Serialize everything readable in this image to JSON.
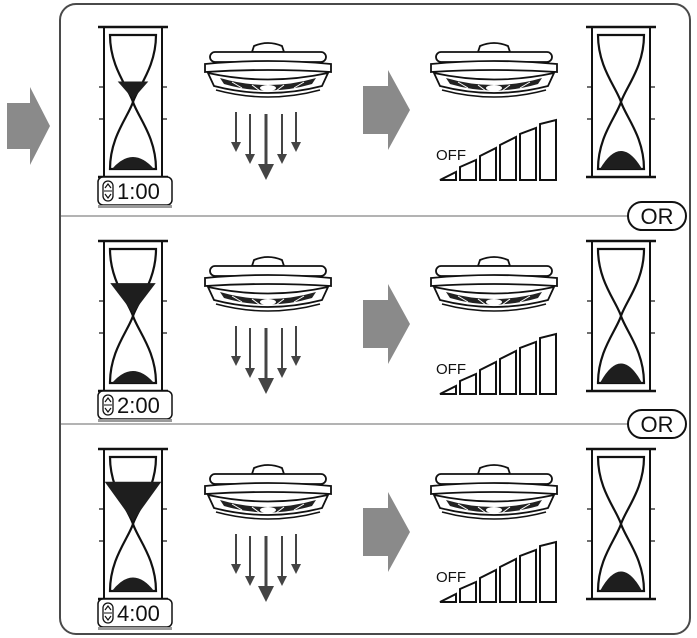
{
  "colors": {
    "frame": "#4a4a4a",
    "divider": "#9a9a9a",
    "arrow": "#8a8a8a",
    "sand": "#1e1e1e",
    "timer_bar": "#9a9a9a"
  },
  "icons": {
    "start_arrow": "right-arrow-icon",
    "timer": "hourglass-icon",
    "fan": "ceiling-fan-icon",
    "airflow": "airflow-arrows-icon",
    "transition": "right-arrow-icon",
    "speed": "speed-level-bars-icon"
  },
  "separators": [
    "OR",
    "OR"
  ],
  "rows": [
    {
      "timer": "1:00",
      "speed_label": "OFF",
      "sand_before": {
        "top": 0.25,
        "bottom": 0.3
      },
      "sand_after": {
        "top": 0,
        "bottom": 0.5
      }
    },
    {
      "timer": "2:00",
      "speed_label": "OFF",
      "sand_before": {
        "top": 0.45,
        "bottom": 0.3
      },
      "sand_after": {
        "top": 0,
        "bottom": 0.55
      }
    },
    {
      "timer": "4:00",
      "speed_label": "OFF",
      "sand_before": {
        "top": 0.6,
        "bottom": 0.35
      },
      "sand_after": {
        "top": 0,
        "bottom": 0.55
      }
    }
  ]
}
